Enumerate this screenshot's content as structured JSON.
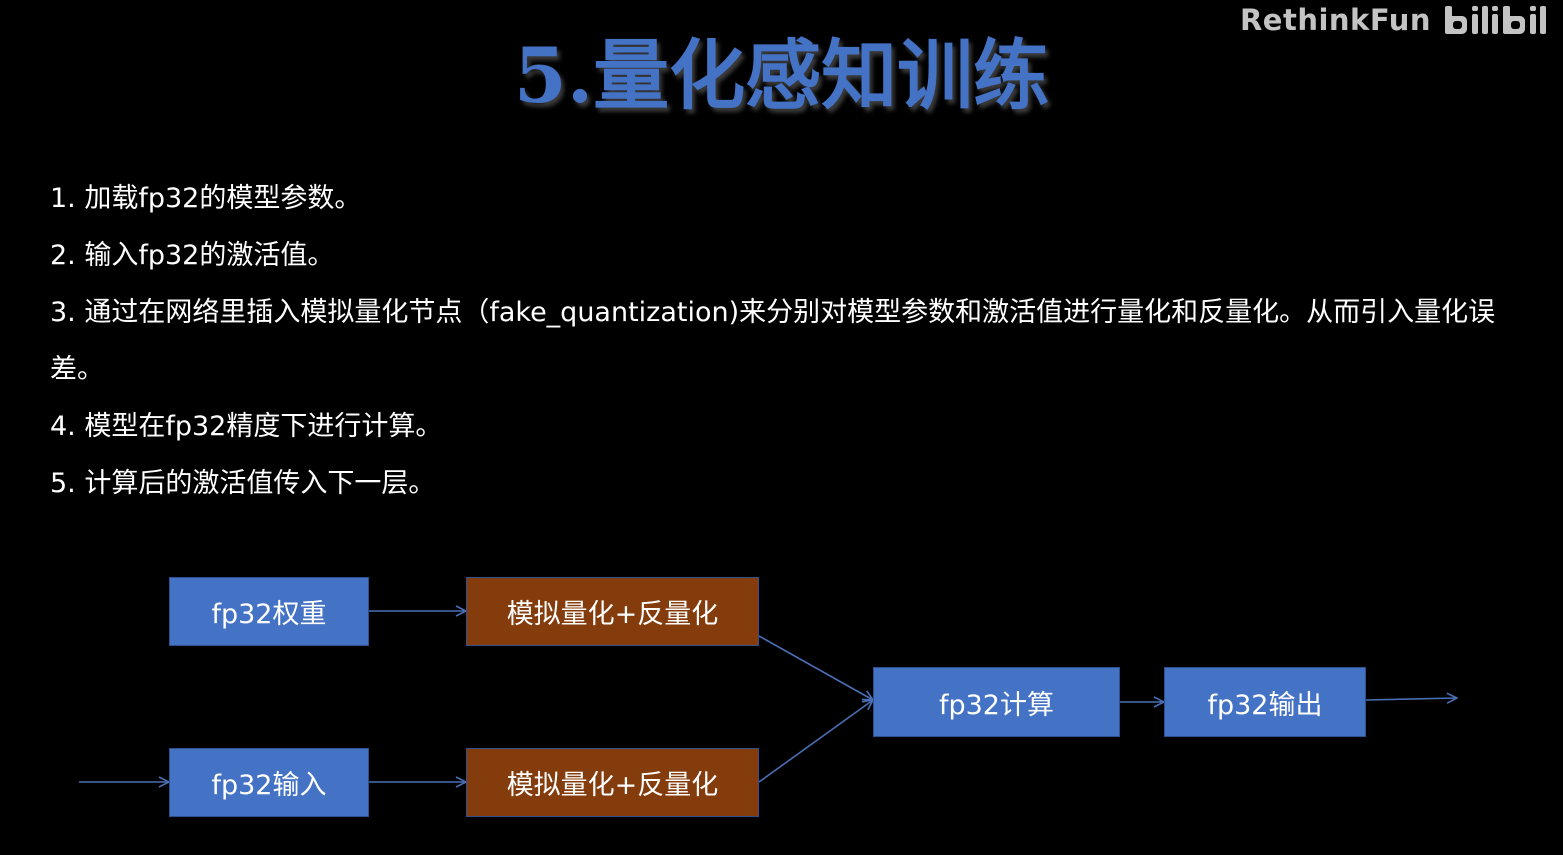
{
  "watermark": {
    "channel": "RethinkFun",
    "logo_icon": "bilibili-logo-icon"
  },
  "slide": {
    "title": "5.量化感知训练",
    "steps": [
      "1. 加载fp32的模型参数。",
      "2. 输入fp32的激活值。",
      "3. 通过在网络里插入模拟量化节点（fake_quantization)来分别对模型参数和激活值进行量化和反量化。从而引入量化误差。",
      "4. 模型在fp32精度下进行计算。",
      "5. 计算后的激活值传入下一层。"
    ]
  },
  "diagram": {
    "colors": {
      "blue_box": "#4472c4",
      "brown_box": "#843c0c",
      "border": "#2f528f",
      "arrow": "#4a6fb5"
    },
    "nodes": {
      "weight": "fp32权重",
      "fake_quant_weight": "模拟量化+反量化",
      "input": "fp32输入",
      "fake_quant_input": "模拟量化+反量化",
      "compute": "fp32计算",
      "output": "fp32输出"
    }
  }
}
